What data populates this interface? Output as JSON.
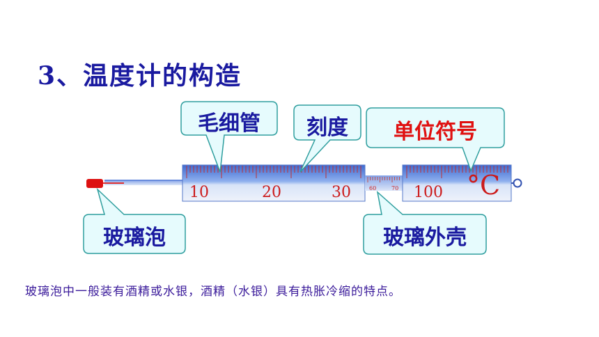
{
  "title": "3、温度计的构造",
  "labels": {
    "capillary": "毛细管",
    "scale": "刻度",
    "unit_symbol": "单位符号",
    "bulb": "玻璃泡",
    "shell": "玻璃外壳"
  },
  "scale_numbers": {
    "n10": "10",
    "n20": "20",
    "n30": "30",
    "n60": "60",
    "n70": "70",
    "n100": "100",
    "unit": "°C"
  },
  "description": "玻璃泡中一般装有酒精或水银，酒精（水银）具有热胀冷缩的特点。",
  "colors": {
    "title": "#1a1aa0",
    "label_text": "#1a1aa0",
    "unit_label_text": "#e01010",
    "callout_fill": "#e6fbfd",
    "callout_stroke": "#2e9e9e",
    "tube_blue": "#4f79d6",
    "bulb_red": "#dd1111"
  }
}
